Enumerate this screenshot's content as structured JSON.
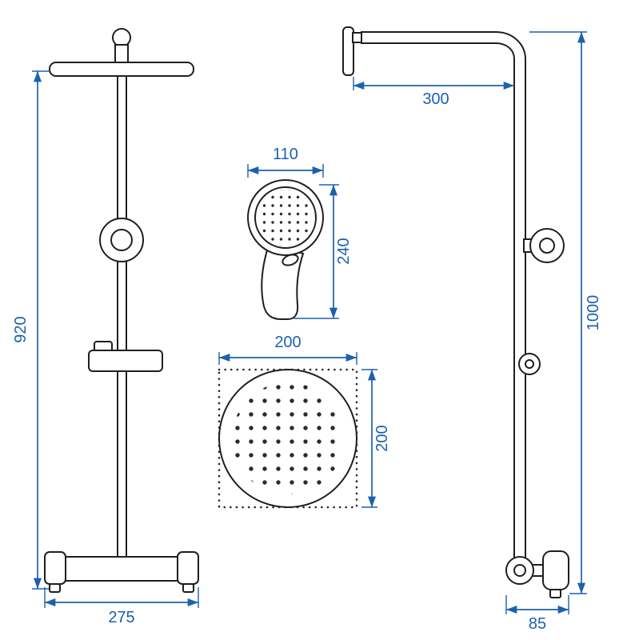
{
  "diagram": {
    "type": "technical-drawing",
    "subject": "shower-column-dimension-drawing",
    "colors": {
      "dimension_accent": "#1c61ae",
      "line": "#1f1f1f",
      "background": "#ffffff"
    },
    "dimensions": {
      "front_height": "920",
      "front_width": "275",
      "hand_shower_width": "110",
      "hand_shower_height": "240",
      "head_top_width": "200",
      "head_top_height": "200",
      "arm_reach": "300",
      "side_height": "1000",
      "side_depth": "85"
    }
  }
}
